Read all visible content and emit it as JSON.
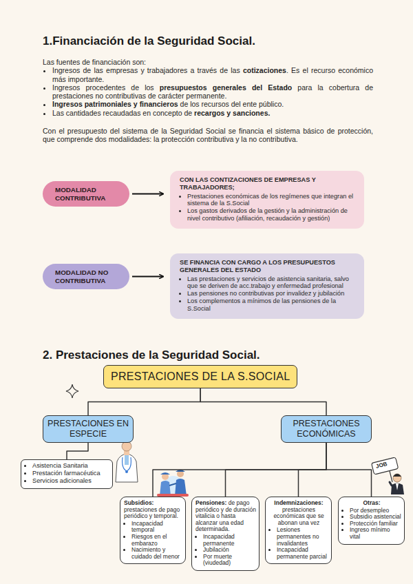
{
  "diagram": {
    "title": "1.Financiación de la Seguridad Social.",
    "nodes": [
      {
        "text": [
          "MODALIDAD CONTRIBUTIVA"
        ]
      },
      {
        "text": [
          "CON LAS CONTIZACIONES DE EMPRESAS Y TRABAJADORES;",
          "Prestaciones económicas de los regímenes que integran el sistema de la S.Social",
          "Los gastos derivados de la gestión y la administración de nivel contributivo (afiliación, recaudación y gestión)"
        ]
      },
      {
        "text": [
          "MODALIDAD NO CONTRIBUTIVA"
        ]
      },
      {
        "text": [
          "SE FINANCIA CON CARGO A LOS PRESUPUESTOS GENERALES DEL ESTADO",
          "Las prestaciones y servicios de asistencia sanitaria, salvo que se deriven de acc.trabajo y enfermedad profesional",
          "Las pensiones no contributivas por invalidez y jubilación",
          "Los complementos a mínimos de las pensiones de la S.Social"
        ]
      },
      {
        "text": [
          "PRESTACIONES DE LA S.SOCIAL"
        ]
      },
      {
        "text": [
          "PRESTACIONES EN ESPECIE"
        ]
      },
      {
        "text": [
          "PRESTACIONES ECONÓMICAS"
        ]
      },
      {
        "text": [
          "Asistencia Sanitaria",
          "Prestación farmacéutica",
          "Servicios adicionales"
        ]
      },
      {
        "text": [
          "Subsidios:",
          "prestaciones de pago periódico y temporal.",
          "Incapacidad temporal",
          "Riesgos en el embarazo",
          "Nacimiento y cuidado del menor"
        ]
      },
      {
        "text": [
          "Pensiones:",
          "de pago periódico y de duración vitalicia o hasta alcanzar una edad determinada.",
          "Incapacidad permanente",
          "Jubilación",
          "Por muerte (viudedad)"
        ]
      },
      {
        "text": [
          "Indemnizaciones:",
          "prestaciones económicas que se abonan una vez",
          "Lesiones permanentes no invalidantes",
          "Incapacidad permanente parcial"
        ]
      },
      {
        "text": [
          "Otras:",
          "Por desempleo",
          "Subsidio asistencial",
          "Protección familiar",
          "Ingreso mínimo vital"
        ]
      }
    ],
    "edges": [
      {
        "from": 0,
        "to": 1,
        "arrow": "to"
      },
      {
        "from": 2,
        "to": 3,
        "arrow": "to"
      },
      {
        "from": 4,
        "to": 5,
        "arrow": "none"
      },
      {
        "from": 4,
        "to": 6,
        "arrow": "none"
      },
      {
        "from": 5,
        "to": 7,
        "arrow": "none"
      },
      {
        "from": 6,
        "to": 8,
        "arrow": "none"
      },
      {
        "from": 6,
        "to": 9,
        "arrow": "none"
      },
      {
        "from": 6,
        "to": 10,
        "arrow": "none"
      },
      {
        "from": 6,
        "to": 11,
        "arrow": "none"
      }
    ],
    "labels": [
      "Las fuentes de financiación son:",
      "Ingresos de las empresas y trabajadores a través de las",
      "cotizaciones",
      ". Es el recurso económico más importante.",
      "Ingresos procedentes de los",
      "presupuestos generales del Estado",
      "para la cobertura de prestaciones no contributivas de carácter permanente.",
      "Ingresos patrimoniales y financieros",
      "de los recursos del ente público.",
      "Las cantidades recaudadas en concepto de",
      "recargos y sanciones.",
      "Con el presupuesto del sistema de la Seguridad Social se financia el sistema básico de protección, que comprende dos modalidades: la protección contributiva y la no contributiva.",
      "2. Prestaciones de la Seguridad Social.",
      "JOB"
    ]
  }
}
